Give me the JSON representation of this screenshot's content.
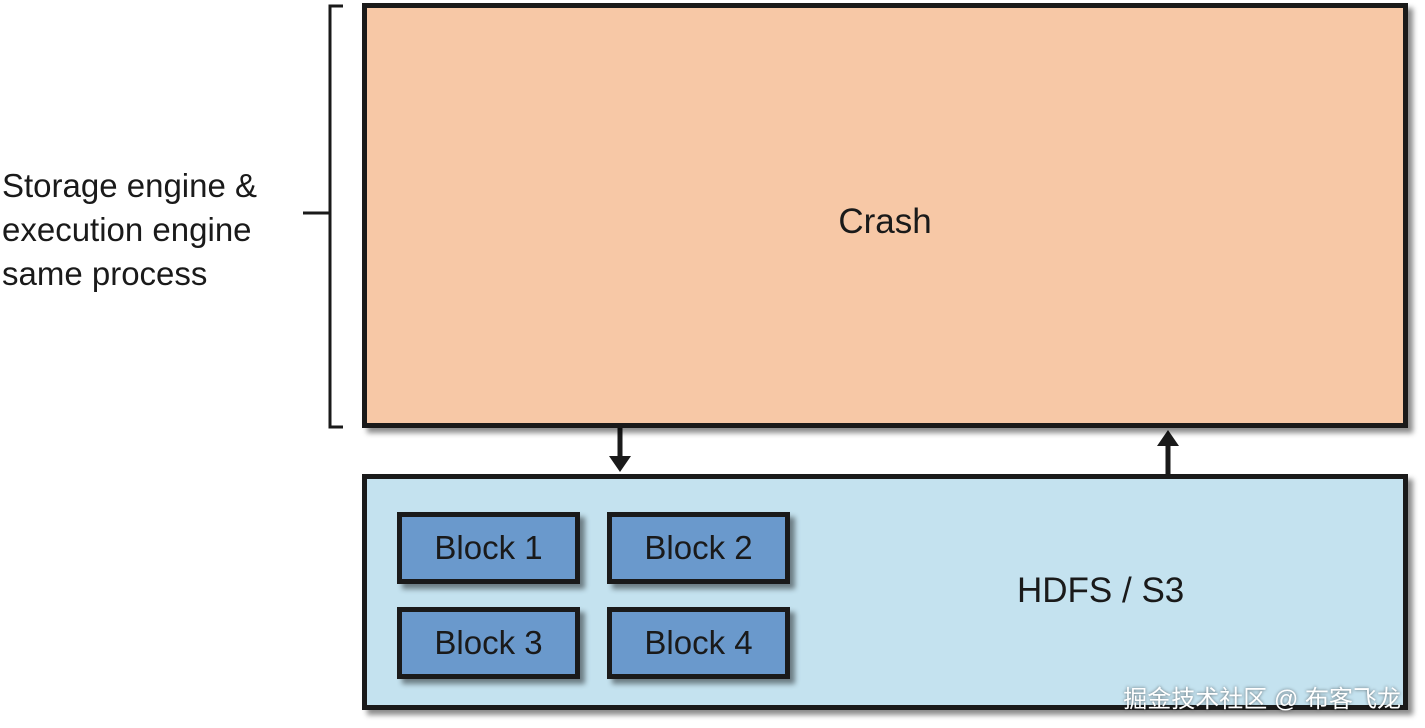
{
  "side_label": {
    "lines": [
      "Storage engine &",
      "execution engine",
      "same process"
    ]
  },
  "crash_box": {
    "label": "Crash",
    "color": "#f7c8a6"
  },
  "storage_box": {
    "label": "HDFS / S3",
    "color": "#c4e2ef",
    "blocks": [
      "Block 1",
      "Block 2",
      "Block 3",
      "Block 4"
    ],
    "block_color": "#6a99cc"
  },
  "watermark": "掘金技术社区 @ 布客飞龙",
  "icons": {
    "brace": "left-brace-icon",
    "arrow_down": "arrow-down-icon",
    "arrow_up": "arrow-up-icon"
  }
}
